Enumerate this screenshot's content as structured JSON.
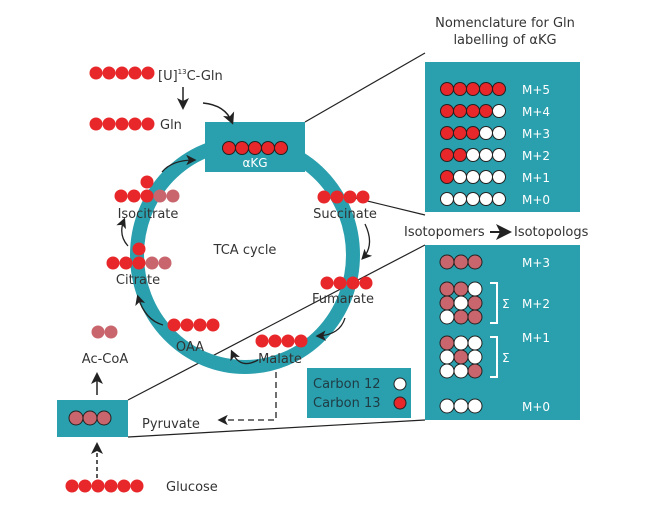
{
  "colors": {
    "teal": "#2aa0ae",
    "c13": "#e8272a",
    "c13_pink": "#c9666d",
    "c12": "#ffffff",
    "text": "#333333"
  },
  "labels": {
    "u13_gln_prefix": "[U]",
    "u13_gln_sup": "13",
    "u13_gln_suffix": "C-Gln",
    "gln": "Gln",
    "akg": "αKG",
    "succinate": "Succinate",
    "fumarate": "Fumarate",
    "malate": "Malate",
    "oaa": "OAA",
    "citrate": "Citrate",
    "isocitrate": "Isocitrate",
    "tca_cycle": "TCA cycle",
    "ac_coa": "Ac-CoA",
    "pyruvate": "Pyruvate",
    "glucose": "Glucose",
    "nomenclature_line1": "Nomenclature for Gln",
    "nomenclature_line2": "labelling of αKG",
    "isotopomers": "Isotopomers",
    "isotopologs": "Isotopologs",
    "legend_c12": "Carbon 12",
    "legend_c13": "Carbon 13",
    "sigma": "Σ"
  },
  "gln_panel": [
    {
      "label": "M+5",
      "labeled": 5
    },
    {
      "label": "M+4",
      "labeled": 4
    },
    {
      "label": "M+3",
      "labeled": 3
    },
    {
      "label": "M+2",
      "labeled": 2
    },
    {
      "label": "M+1",
      "labeled": 1
    },
    {
      "label": "M+0",
      "labeled": 0
    }
  ],
  "pyruvate_panel": [
    {
      "label": "M+3",
      "rows": [
        [
          1,
          1,
          1
        ]
      ]
    },
    {
      "label": "M+2",
      "rows": [
        [
          1,
          1,
          0
        ],
        [
          1,
          0,
          1
        ],
        [
          0,
          1,
          1
        ]
      ]
    },
    {
      "label": "M+1",
      "rows": [
        [
          1,
          0,
          0
        ],
        [
          0,
          1,
          0
        ],
        [
          0,
          0,
          1
        ]
      ]
    },
    {
      "label": "M+0",
      "rows": [
        [
          0,
          0,
          0
        ]
      ]
    }
  ]
}
